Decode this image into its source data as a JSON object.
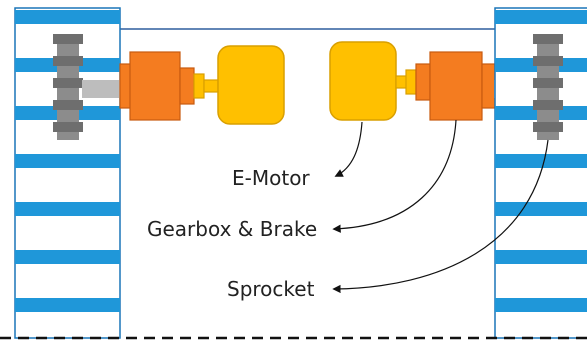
{
  "labels": {
    "motor": "E-Motor",
    "gearbox": "Gearbox & Brake",
    "sprocket": "Sprocket"
  },
  "colors": {
    "track_blue": "#1f97d9",
    "track_border": "#1a75b8",
    "gearbox_orange": "#f47c20",
    "gearbox_border": "#c75a0f",
    "motor_yellow": "#ffc000",
    "motor_border": "#d99f00",
    "shaft_gray": "#b5b5b5",
    "sprocket_gray": "#7f7f7f",
    "arrow": "#111111"
  }
}
